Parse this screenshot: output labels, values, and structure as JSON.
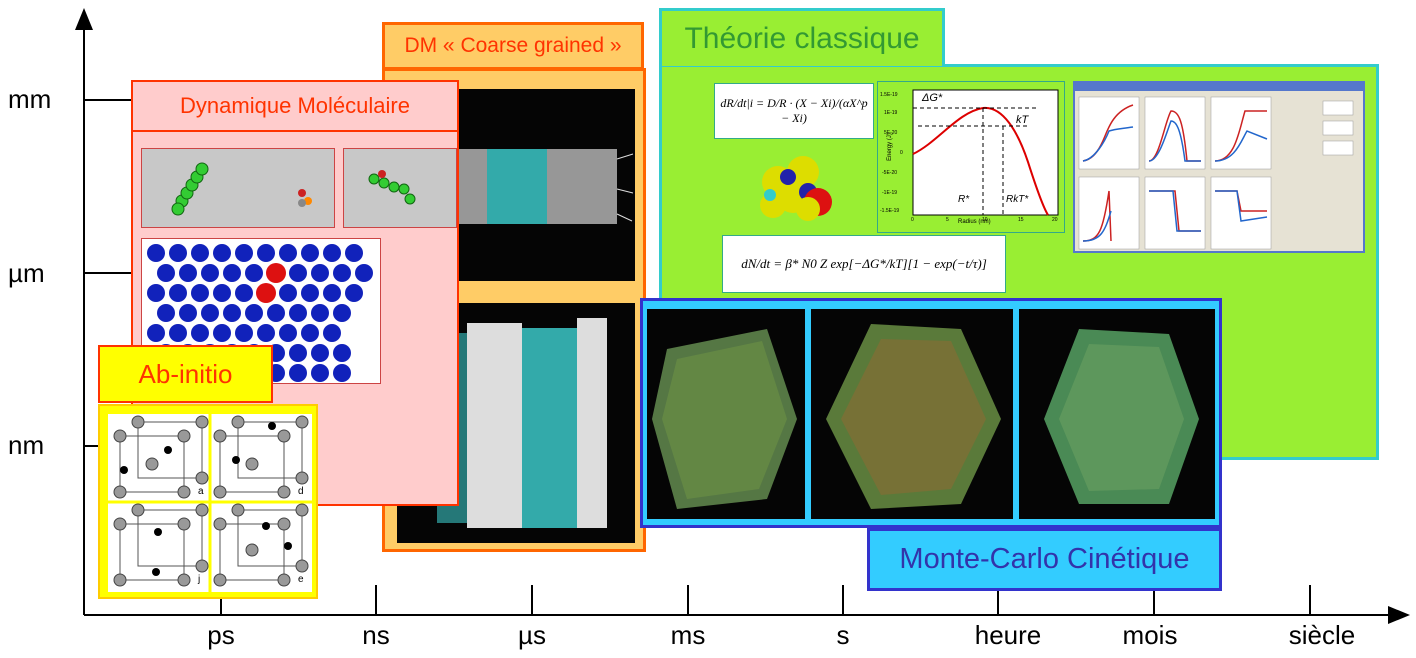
{
  "axes": {
    "x_ticks": [
      "ps",
      "ns",
      "µs",
      "ms",
      "s",
      "heure",
      "mois",
      "siècle"
    ],
    "y_ticks": [
      "mm",
      "µm",
      "nm"
    ]
  },
  "methods": {
    "theorie_classique": "Théorie classique",
    "dm_coarse_grained": "DM « Coarse grained »",
    "dynamique_moleculaire": "Dynamique Moléculaire",
    "ab_initio": "Ab-initio",
    "monte_carlo": "Monte-Carlo Cinétique"
  },
  "colors": {
    "theorie_classique_fill": "#99ee33",
    "theorie_classique_border": "#33cccc",
    "coarse_grained_fill": "#ffcc66",
    "coarse_grained_border": "#ff6600",
    "monte_carlo_fill": "#33ccff",
    "monte_carlo_border": "#3333cc",
    "dm_fill": "#ffcccc",
    "dm_border": "#ff3300",
    "ab_initio_fill": "#ffff00"
  },
  "equations": {
    "growth": "dR/dt|i = D/R · (X − Xi)/(αX^p − Xi)",
    "nucleation": "dN/dt = β* N0 Z exp[−ΔG*/kT][1 − exp(−t/τ)]"
  },
  "energy_plot": {
    "labels": [
      "ΔG*",
      "kT",
      "R*",
      "RkT*"
    ],
    "xlabel": "Radius (nm)",
    "ylabel": "Energy (J)",
    "x_ticks": [
      "0",
      "5",
      "10",
      "15",
      "20"
    ],
    "y_ticks": [
      "1.5E-19",
      "1E-19",
      "5E-20",
      "0",
      "-5E-20",
      "-1E-19",
      "-1.5E-19"
    ]
  },
  "crystal_labels": [
    "a",
    "d",
    "j",
    "e"
  ]
}
